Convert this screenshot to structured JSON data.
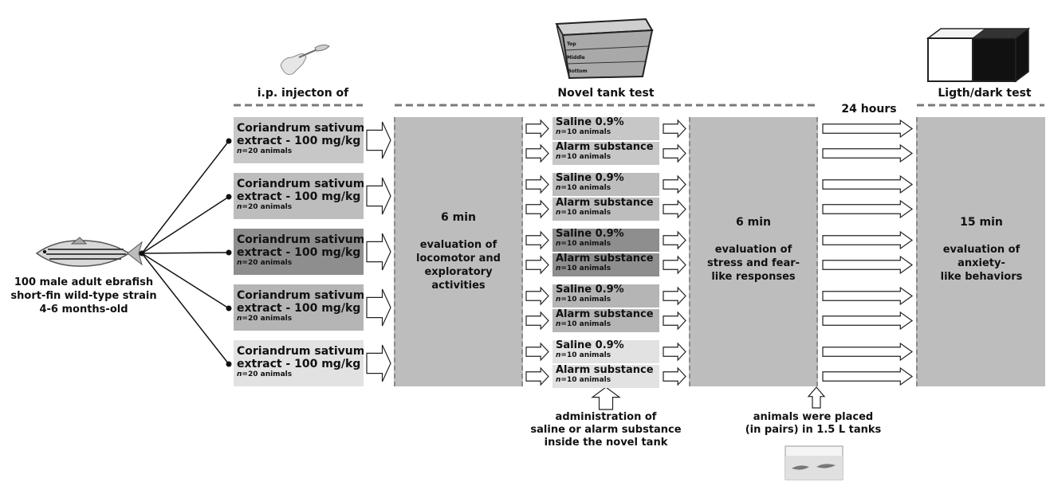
{
  "headers": {
    "injection": "i.p. injecton of",
    "novel_tank": "Novel tank test",
    "hours": "24 hours",
    "light_dark": "Ligth/dark test"
  },
  "subject": {
    "line1": "100 male adult ebrafish",
    "line2": "short-fin wild-type strain",
    "line3": "4-6 months-old"
  },
  "treatments": [
    {
      "line1": "Coriandrum sativum",
      "line2": "extract - 100 mg/kg",
      "n": "=20 animals",
      "color": "#c7c7c7"
    },
    {
      "line1": "Coriandrum sativum",
      "line2": "extract - 100 mg/kg",
      "n": "=20 animals",
      "color": "#bdbdbd"
    },
    {
      "line1": "Coriandrum sativum",
      "line2": "extract - 100 mg/kg",
      "n": "=20 animals",
      "color": "#8e8e8e"
    },
    {
      "line1": "Coriandrum sativum",
      "line2": "extract - 100 mg/kg",
      "n": "=20 animals",
      "color": "#b5b5b5"
    },
    {
      "line1": "Coriandrum sativum",
      "line2": "extract - 100 mg/kg",
      "n": "=20 animals",
      "color": "#e2e2e2"
    }
  ],
  "n_symbol": "n",
  "substances": {
    "saline": "Saline 0.9%",
    "alarm": "Alarm substance",
    "n": "=10 animals"
  },
  "novel_tank_panel": {
    "duration": "6 min",
    "desc": "evaluation of\nlocomotor and\nexploratory\nactivities"
  },
  "stress_panel": {
    "duration": "6 min",
    "desc": "evaluation of\nstress and fear-\nlike responses"
  },
  "ld_panel": {
    "duration": "15 min",
    "desc": "evaluation of\nanxiety-\nlike behaviors"
  },
  "tank_labels": {
    "top": "Top",
    "middle": "Middle",
    "bottom": "Bottom"
  },
  "notes": {
    "administration": "administration of\nsaline or alarm substance\ninside the novel tank",
    "placement": "animals were placed\n(in pairs) in 1.5 L tanks"
  }
}
